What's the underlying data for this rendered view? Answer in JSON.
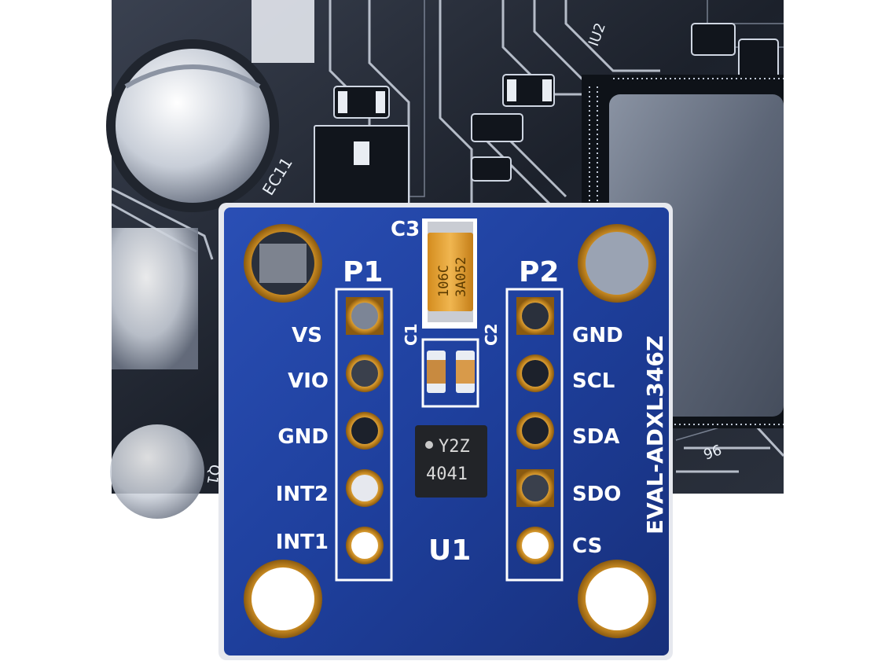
{
  "background_board": {
    "labels": {
      "ec11": "EC11",
      "iu2": "IU2",
      "num96": "96",
      "q1": "Q1"
    }
  },
  "breakout_board": {
    "header_left": "P1",
    "header_right": "P2",
    "board_name": "EVAL-ADXL346Z",
    "pins_left": [
      "VS",
      "VIO",
      "GND",
      "INT2",
      "INT1"
    ],
    "pins_right": [
      "GND",
      "SCL",
      "SDA",
      "SDO",
      "CS"
    ],
    "capacitors": {
      "c1": "C1",
      "c2": "C2",
      "c3": "C3"
    },
    "tantalum_marking": [
      "106C",
      "3A052"
    ],
    "chip_marking": [
      "Y2Z",
      "4041"
    ],
    "chip_ref": "U1"
  },
  "colors": {
    "pcb_blue": "#1e3f9c",
    "silk": "#ffffff",
    "gold": "#d9a23a",
    "tantalum": "#e8a93a"
  }
}
